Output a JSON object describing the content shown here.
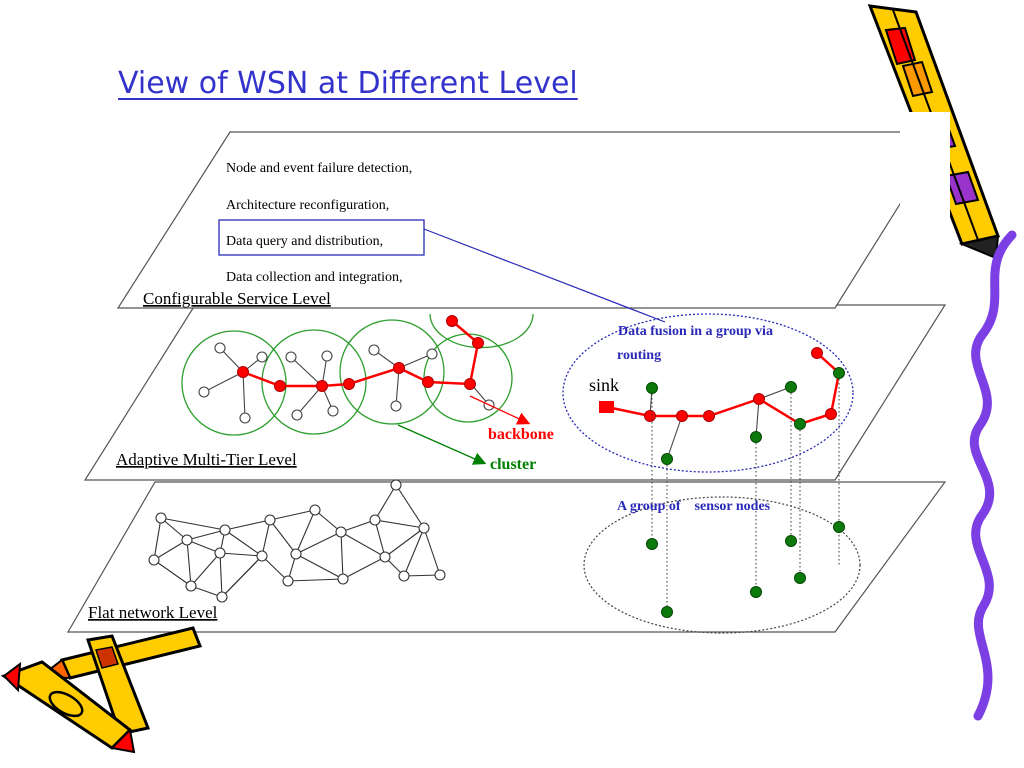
{
  "title": "View of WSN at Different Level",
  "levels": {
    "service": {
      "label": "Configurable Service Level",
      "items": [
        "Node and event failure detection,",
        "Architecture reconfiguration,",
        "Data query and distribution,",
        "Data collection and integration,"
      ]
    },
    "multitier": {
      "label": "Adaptive Multi-Tier Level"
    },
    "flat": {
      "label": "Flat network Level"
    }
  },
  "annotations": {
    "backbone": "backbone",
    "cluster": "cluster",
    "sink": "sink",
    "fusion_line1": "Data fusion in a group via",
    "fusion_line2": "routing",
    "group_label": "A group of    sensor nodes"
  },
  "colors": {
    "title": "#3333cc",
    "backbone": "#ff0000",
    "cluster": "#008000",
    "group_text": "#2a2ab8",
    "sensor_node": "#0b7a0b"
  },
  "decorations": [
    "pencil-icon-top-right",
    "crayons-icon-bottom-left",
    "purple-wavy-border"
  ]
}
